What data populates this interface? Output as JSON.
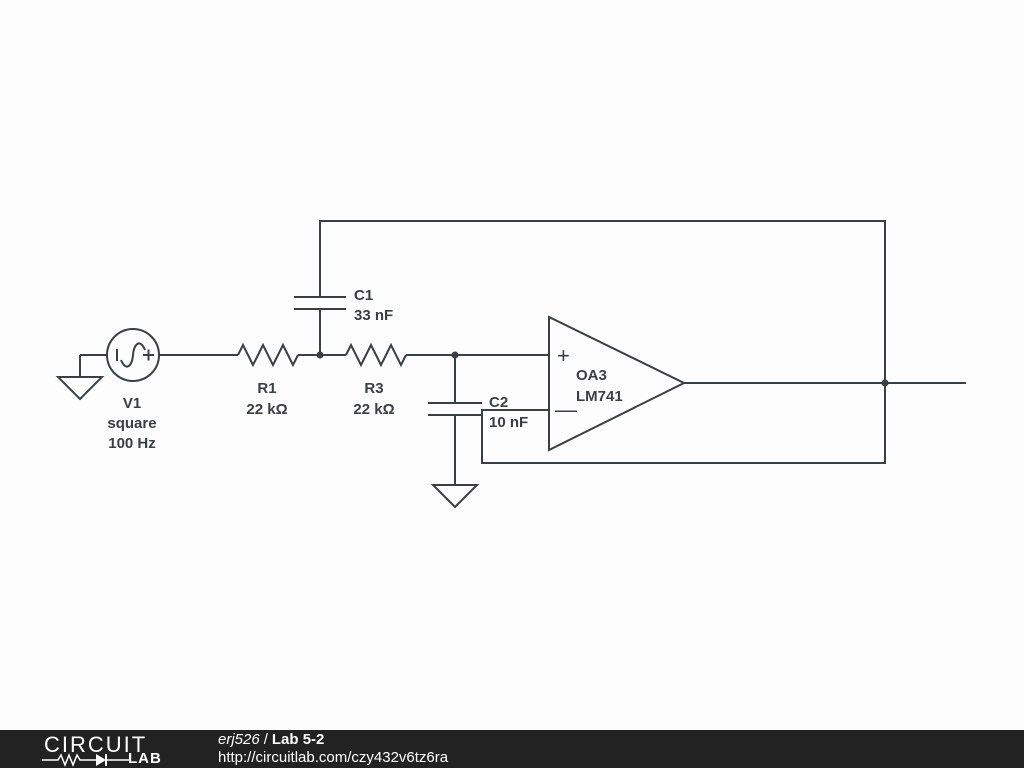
{
  "schematic": {
    "components": {
      "V1": {
        "name": "V1",
        "type": "square",
        "freq": "100 Hz"
      },
      "R1": {
        "name": "R1",
        "value": "22 kΩ"
      },
      "R3": {
        "name": "R3",
        "value": "22 kΩ"
      },
      "C1": {
        "name": "C1",
        "value": "33 nF"
      },
      "C2": {
        "name": "C2",
        "value": "10 nF"
      },
      "OA3": {
        "name": "OA3",
        "part": "LM741",
        "plus": "+",
        "minus": "—"
      }
    }
  },
  "footer": {
    "logo_top": "CIRCUIT",
    "logo_bottom": "LAB",
    "author": "erj526",
    "separator": "/",
    "title": "Lab 5-2",
    "url": "http://circuitlab.com/czy432v6tz6ra"
  },
  "colors": {
    "wire": "#3a3f44",
    "footer_bg": "#222222"
  }
}
